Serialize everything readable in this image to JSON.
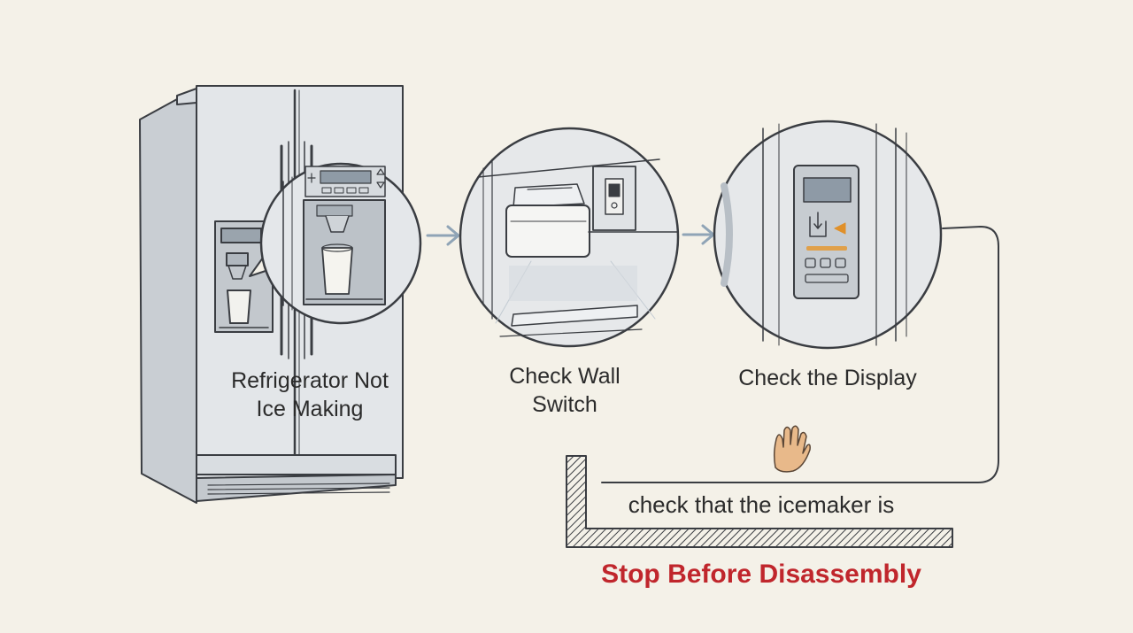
{
  "steps": [
    {
      "lines": [
        "Refrigerator Not",
        "Ice Making"
      ]
    },
    {
      "lines": [
        "Check Wall",
        "Switch"
      ]
    },
    {
      "lines": [
        "Check the Display"
      ]
    }
  ],
  "caption": "check that the icemaker is",
  "warning": "Stop Before Disassembly",
  "icons": {
    "refrigerator": "refrigerator-icon",
    "dispenser": "water-dispenser-icon",
    "switch": "wall-switch-icon",
    "display": "control-display-icon",
    "hand": "stop-hand-icon",
    "arrow": "arrow-right-icon"
  },
  "colors": {
    "background": "#f4f1e8",
    "warning": "#c0262c",
    "line": "#3a3d42",
    "appliance": "#e3e6e9",
    "hand": "#e8b98a",
    "indicator": "#e0902a"
  }
}
